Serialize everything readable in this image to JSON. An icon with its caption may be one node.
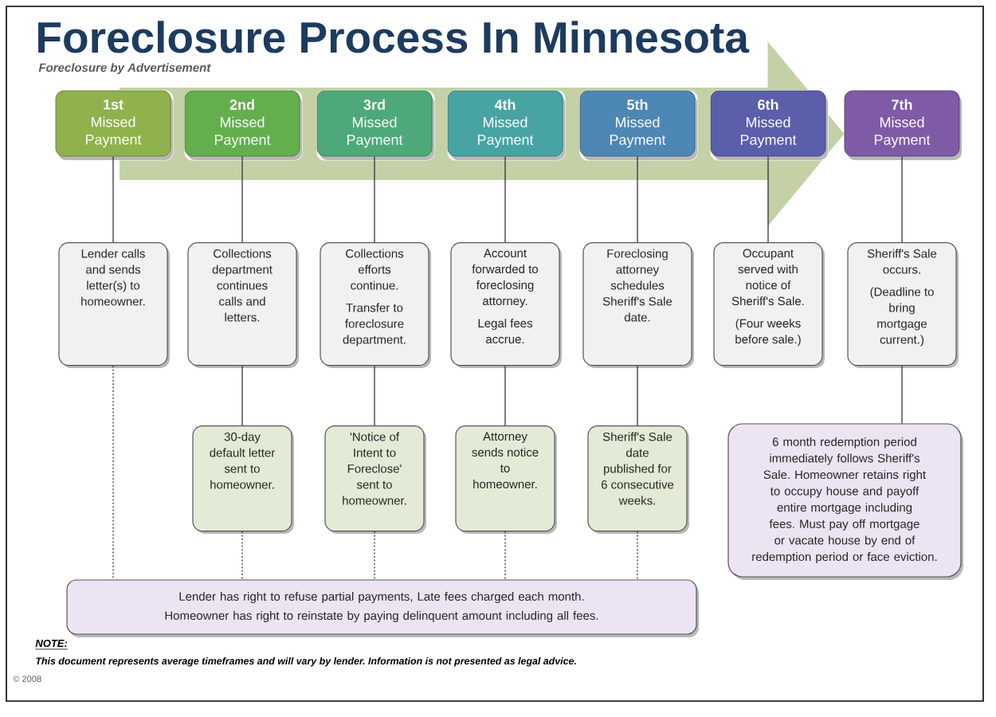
{
  "diagram": {
    "title": "Foreclosure Process In Minnesota",
    "nodes": [
      {
        "text": [
          "1st",
          "Missed Payment"
        ]
      },
      {
        "text": [
          "2nd",
          "Missed Payment"
        ]
      },
      {
        "text": [
          "3rd",
          "Missed Payment"
        ]
      },
      {
        "text": [
          "4th",
          "Missed Payment"
        ]
      },
      {
        "text": [
          "5th",
          "Missed Payment"
        ]
      },
      {
        "text": [
          "6th",
          "Missed Payment"
        ]
      },
      {
        "text": [
          "7th",
          "Missed Payment"
        ]
      },
      {
        "text": [
          "Lender calls and sends letter(s) to homeowner."
        ]
      },
      {
        "text": [
          "Collections department continues calls and letters."
        ]
      },
      {
        "text": [
          "Collections efforts continue.",
          "Transfer to foreclosure department."
        ]
      },
      {
        "text": [
          "Account forwarded to foreclosing attorney.",
          "Legal fees accrue."
        ]
      },
      {
        "text": [
          "Foreclosing attorney schedules Sheriff's Sale date."
        ]
      },
      {
        "text": [
          "Occupant served with notice of Sheriff's Sale.",
          "(Four weeks before sale.)"
        ]
      },
      {
        "text": [
          "Sheriff's Sale occurs.",
          "(Deadline to bring mortgage current.)"
        ]
      },
      {
        "text": [
          "30-day default letter sent to homeowner."
        ]
      },
      {
        "text": [
          "'Notice of Intent to Foreclose' sent to homeowner."
        ]
      },
      {
        "text": [
          "Attorney sends notice to homeowner."
        ]
      },
      {
        "text": [
          "Sheriff's Sale date published for 6 consecutive weeks."
        ]
      },
      {
        "text": [
          "6 month redemption period immediately follows Sheriff's Sale. Homeowner retains right to occupy house and payoff entire mortgage including fees. Must pay off mortgage or vacate house by end of redemption period or face eviction."
        ]
      },
      {
        "text": [
          "Lender has right to refuse partial payments, Late fees charged each month.",
          "Homeowner has right to reinstate by paying delinquent amount including all fees."
        ]
      }
    ],
    "edges": [
      {
        "from": 0,
        "to": 6,
        "arrow": "to",
        "style": "thick",
        "color": "#c4d1a7"
      },
      {
        "from": 0,
        "to": 7,
        "arrow": "none"
      },
      {
        "from": 1,
        "to": 8,
        "arrow": "none"
      },
      {
        "from": 2,
        "to": 9,
        "arrow": "none"
      },
      {
        "from": 3,
        "to": 10,
        "arrow": "none"
      },
      {
        "from": 4,
        "to": 11,
        "arrow": "none"
      },
      {
        "from": 5,
        "to": 12,
        "arrow": "none"
      },
      {
        "from": 6,
        "to": 13,
        "arrow": "none"
      },
      {
        "from": 8,
        "to": 14,
        "arrow": "none"
      },
      {
        "from": 9,
        "to": 15,
        "arrow": "none"
      },
      {
        "from": 10,
        "to": 16,
        "arrow": "none"
      },
      {
        "from": 11,
        "to": 17,
        "arrow": "none"
      },
      {
        "from": 13,
        "to": 18,
        "arrow": "none"
      },
      {
        "from": 7,
        "to": 19,
        "arrow": "none",
        "style": "dashed"
      },
      {
        "from": 14,
        "to": 19,
        "arrow": "none",
        "style": "dashed"
      },
      {
        "from": 15,
        "to": 19,
        "arrow": "none",
        "style": "dashed"
      },
      {
        "from": 16,
        "to": 19,
        "arrow": "none",
        "style": "dashed"
      },
      {
        "from": 17,
        "to": 19,
        "arrow": "none",
        "style": "dashed"
      }
    ],
    "labels": [
      "Foreclosure by Advertisement",
      "NOTE:",
      "This document represents average timeframes and will vary by lender. Information is not presented as legal advice.",
      "© 2008"
    ]
  }
}
